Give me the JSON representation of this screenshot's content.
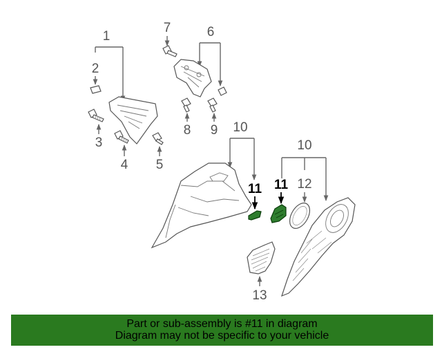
{
  "callouts": {
    "c1": "1",
    "c2": "2",
    "c3": "3",
    "c4": "4",
    "c5": "5",
    "c6": "6",
    "c7": "7",
    "c8": "8",
    "c9": "9",
    "c10a": "10",
    "c10b": "10",
    "c11a": "11",
    "c11b": "11",
    "c12": "12",
    "c13": "13"
  },
  "highlight_color": "#2e7d2e",
  "banner": {
    "color": "#2a7a1f",
    "line1": "Part or sub-assembly is #11 in diagram",
    "line2": "Diagram may not be specific to your vehicle"
  }
}
